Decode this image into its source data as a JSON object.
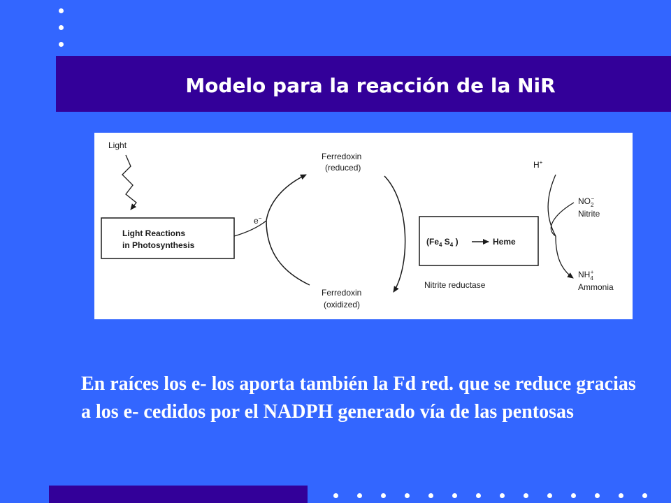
{
  "slide": {
    "title": "Modelo para la reacción de la NiR",
    "body": " En raíces los e- los aporta también la Fd red. que se reduce gracias a los e- cedidos por el NADPH generado vía de las pentosas"
  },
  "diagram": {
    "light": "Light",
    "light_box_line1": "Light Reactions",
    "light_box_line2": "in Photosynthesis",
    "electron": "e",
    "electron_sup": "−",
    "fd_reduced_line1": "Ferredoxin",
    "fd_reduced_line2": "(reduced)",
    "fd_oxidized_line1": "Ferredoxin",
    "fd_oxidized_line2": "(oxidized)",
    "enzyme_box": {
      "open": "(Fe",
      "sub1": "4",
      "mid": " S",
      "sub2": "4",
      "close": " )",
      "product": "Heme"
    },
    "enzyme_name": "Nitrite reductase",
    "proton": "H",
    "proton_sup": "+",
    "nitrite_formula": "NO",
    "nitrite_sub": "2",
    "nitrite_sup": "−",
    "nitrite_name": "Nitrite",
    "ammonium_formula": "NH",
    "ammonium_sub": "4",
    "ammonium_sup": "+",
    "ammonium_name": "Ammonia"
  },
  "colors": {
    "background": "#3366ff",
    "title_bar": "#330099",
    "text": "#ffffff"
  }
}
